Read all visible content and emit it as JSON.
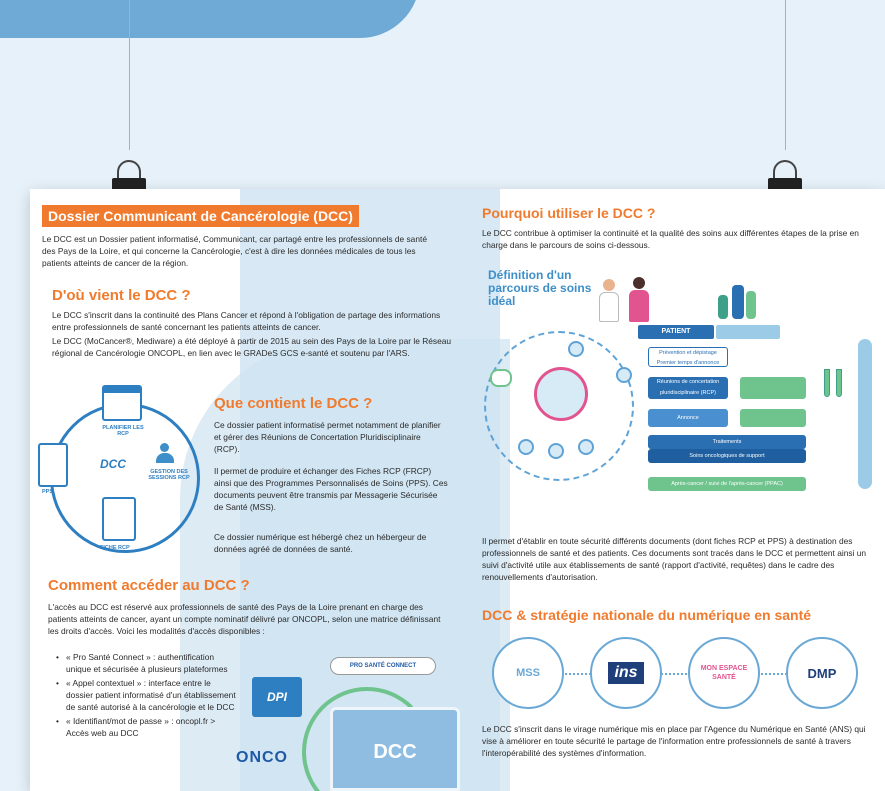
{
  "colors": {
    "orange": "#f07b2e",
    "blue": "#3e8fc9",
    "dark_blue": "#2b6fb3",
    "green": "#6fc38d"
  },
  "left": {
    "main_title": "Dossier Communicant de Cancérologie (DCC)",
    "intro": "Le DCC est un Dossier patient informatisé, Communicant, car partagé entre les professionnels de santé des Pays de la Loire, et qui concerne la Cancérologie, c'est à dire les données médicales de tous les patients atteints de cancer de la région.",
    "origin_title": "D'où vient le DCC ?",
    "origin_p1": "Le DCC s'inscrit dans la continuité des Plans Cancer et répond à l'obligation de partage des informations entre professionnels de santé concernant les patients atteints de cancer.",
    "origin_p2": "Le DCC (MoCancer®, Mediware) a été déployé à partir de 2015 au sein des Pays de la Loire par le Réseau régional de Cancérologie ONCOPL, en lien avec le GRADeS GCS e-santé et soutenu par l'ARS.",
    "content_title": "Que contient le DCC ?",
    "content_p1": "Ce dossier patient informatisé permet notamment de planifier et gérer des Réunions de Concertation Pluridisciplinaire (RCP).",
    "content_p2": "Il permet de produire et échanger des Fiches RCP (FRCP) ainsi que des Programmes Personnalisés de Soins (PPS). Ces documents peuvent être transmis par Messagerie Sécurisée de Santé (MSS).",
    "content_p3": "Ce dossier numérique est hébergé chez un hébergeur de données agréé de données de santé.",
    "diagram": {
      "planifier": "PLANIFIER LES RCP",
      "center": "DCC",
      "gestion": "GESTION DES SESSIONS RCP",
      "pps": "PPS",
      "fiche": "FICHE RCP"
    },
    "access_title": "Comment accéder au DCC ?",
    "access_p": "L'accès au DCC est réservé aux professionnels de santé des Pays de la Loire prenant en charge des patients atteints de cancer, ayant un compte nominatif délivré par ONCOPL, selon une matrice définissant les droits d'accès. Voici les modalités d'accès disponibles :",
    "access_items": [
      "« Pro Santé Connect » : authentification unique et sécurisée à plusieurs plateformes",
      "« Appel contextuel » : interface entre le dossier patient informatisé d'un établissement de santé autorisé à la cancérologie et le DCC",
      "« Identifiant/mot de passe » : oncopl.fr > Accès web au DCC"
    ],
    "dpi_label": "DPI",
    "screen_label": "DCC",
    "psc_label": "PRO SANTÉ CONNECT",
    "onco_label": "ONCO"
  },
  "right": {
    "why_title": "Pourquoi utiliser le DCC ?",
    "why_intro": "Le DCC contribue à optimiser la continuité et la qualité des soins aux différentes étapes de la prise en charge dans le parcours de soins ci-dessous.",
    "path_title": "Définition d'un parcours de soins idéal",
    "patient_label": "PATIENT",
    "bars": [
      "Prévention et dépistage Premier temps d'annonce",
      "Réunions de concertation pluridisciplinaire (RCP)",
      "Annonce",
      "Traitements",
      "Soins oncologiques de support",
      "Après-cancer / suivi de l'après-cancer (PPAC)"
    ],
    "why_p": "Il permet d'établir en toute sécurité différents documents (dont fiches RCP et PPS) à destination des professionnels de santé et des patients. Ces documents sont tracés dans le DCC et permettent ainsi un suivi d'activité utile aux établissements de santé (rapport d'activité, requêtes) dans le cadre des renouvellements d'autorisation.",
    "strategy_title": "DCC & stratégie nationale du numérique en santé",
    "logos": [
      "MSS",
      "ins",
      "MON ESPACE SANTÉ",
      "DMP"
    ],
    "strategy_p": "Le DCC s'inscrit dans le virage numérique mis en place par l'Agence du Numérique en Santé (ANS) qui vise à améliorer en toute sécurité le partage de l'information entre professionnels de santé à travers l'interopérabilité des systèmes d'information."
  }
}
